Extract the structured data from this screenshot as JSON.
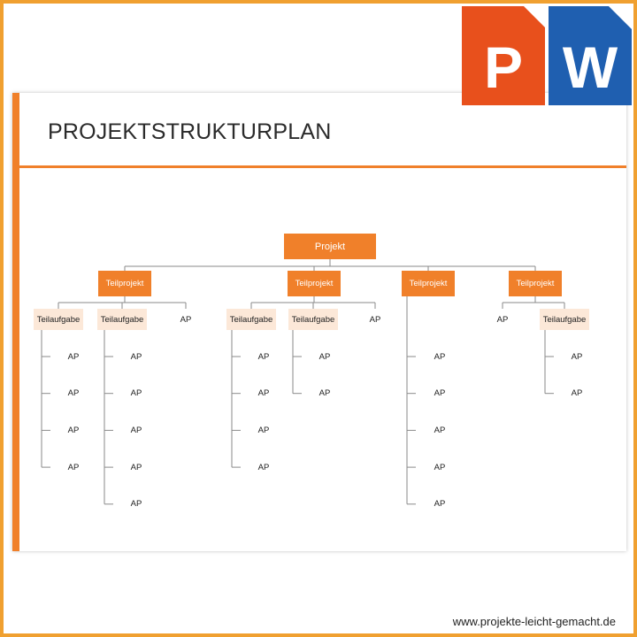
{
  "slide": {
    "title": "PROJEKTSTRUKTURPLAN"
  },
  "diagram": {
    "root": "Projekt",
    "teilprojekte": [
      {
        "label": "Teilprojekt",
        "children": [
          {
            "label": "Teilaufgabe",
            "items": [
              "AP",
              "AP",
              "AP",
              "AP"
            ]
          },
          {
            "label": "Teilaufgabe",
            "items": [
              "AP",
              "AP",
              "AP",
              "AP",
              "AP"
            ]
          },
          {
            "label": "AP",
            "items": []
          }
        ]
      },
      {
        "label": "Teilprojekt",
        "children": [
          {
            "label": "Teilaufgabe",
            "items": [
              "AP",
              "AP",
              "AP",
              "AP"
            ]
          },
          {
            "label": "Teilaufgabe",
            "items": [
              "AP",
              "AP"
            ]
          },
          {
            "label": "AP",
            "items": []
          }
        ]
      },
      {
        "label": "Teilprojekt",
        "children": [
          {
            "label": "",
            "items": [
              "AP",
              "AP",
              "AP",
              "AP",
              "AP"
            ]
          }
        ]
      },
      {
        "label": "Teilprojekt",
        "children": [
          {
            "label": "AP",
            "items": []
          },
          {
            "label": "Teilaufgabe",
            "items": [
              "AP",
              "AP"
            ]
          }
        ]
      }
    ]
  },
  "logo": {
    "letters": [
      "P",
      "W"
    ]
  },
  "footer": {
    "url": "www.projekte-leicht-gemacht.de"
  },
  "colors": {
    "accent": "#f0802a",
    "border": "#f0a030",
    "task_fill": "#fce8d8",
    "logo_p": "#e8501c",
    "logo_w": "#1f5fb0",
    "line": "#8a8a8a"
  }
}
